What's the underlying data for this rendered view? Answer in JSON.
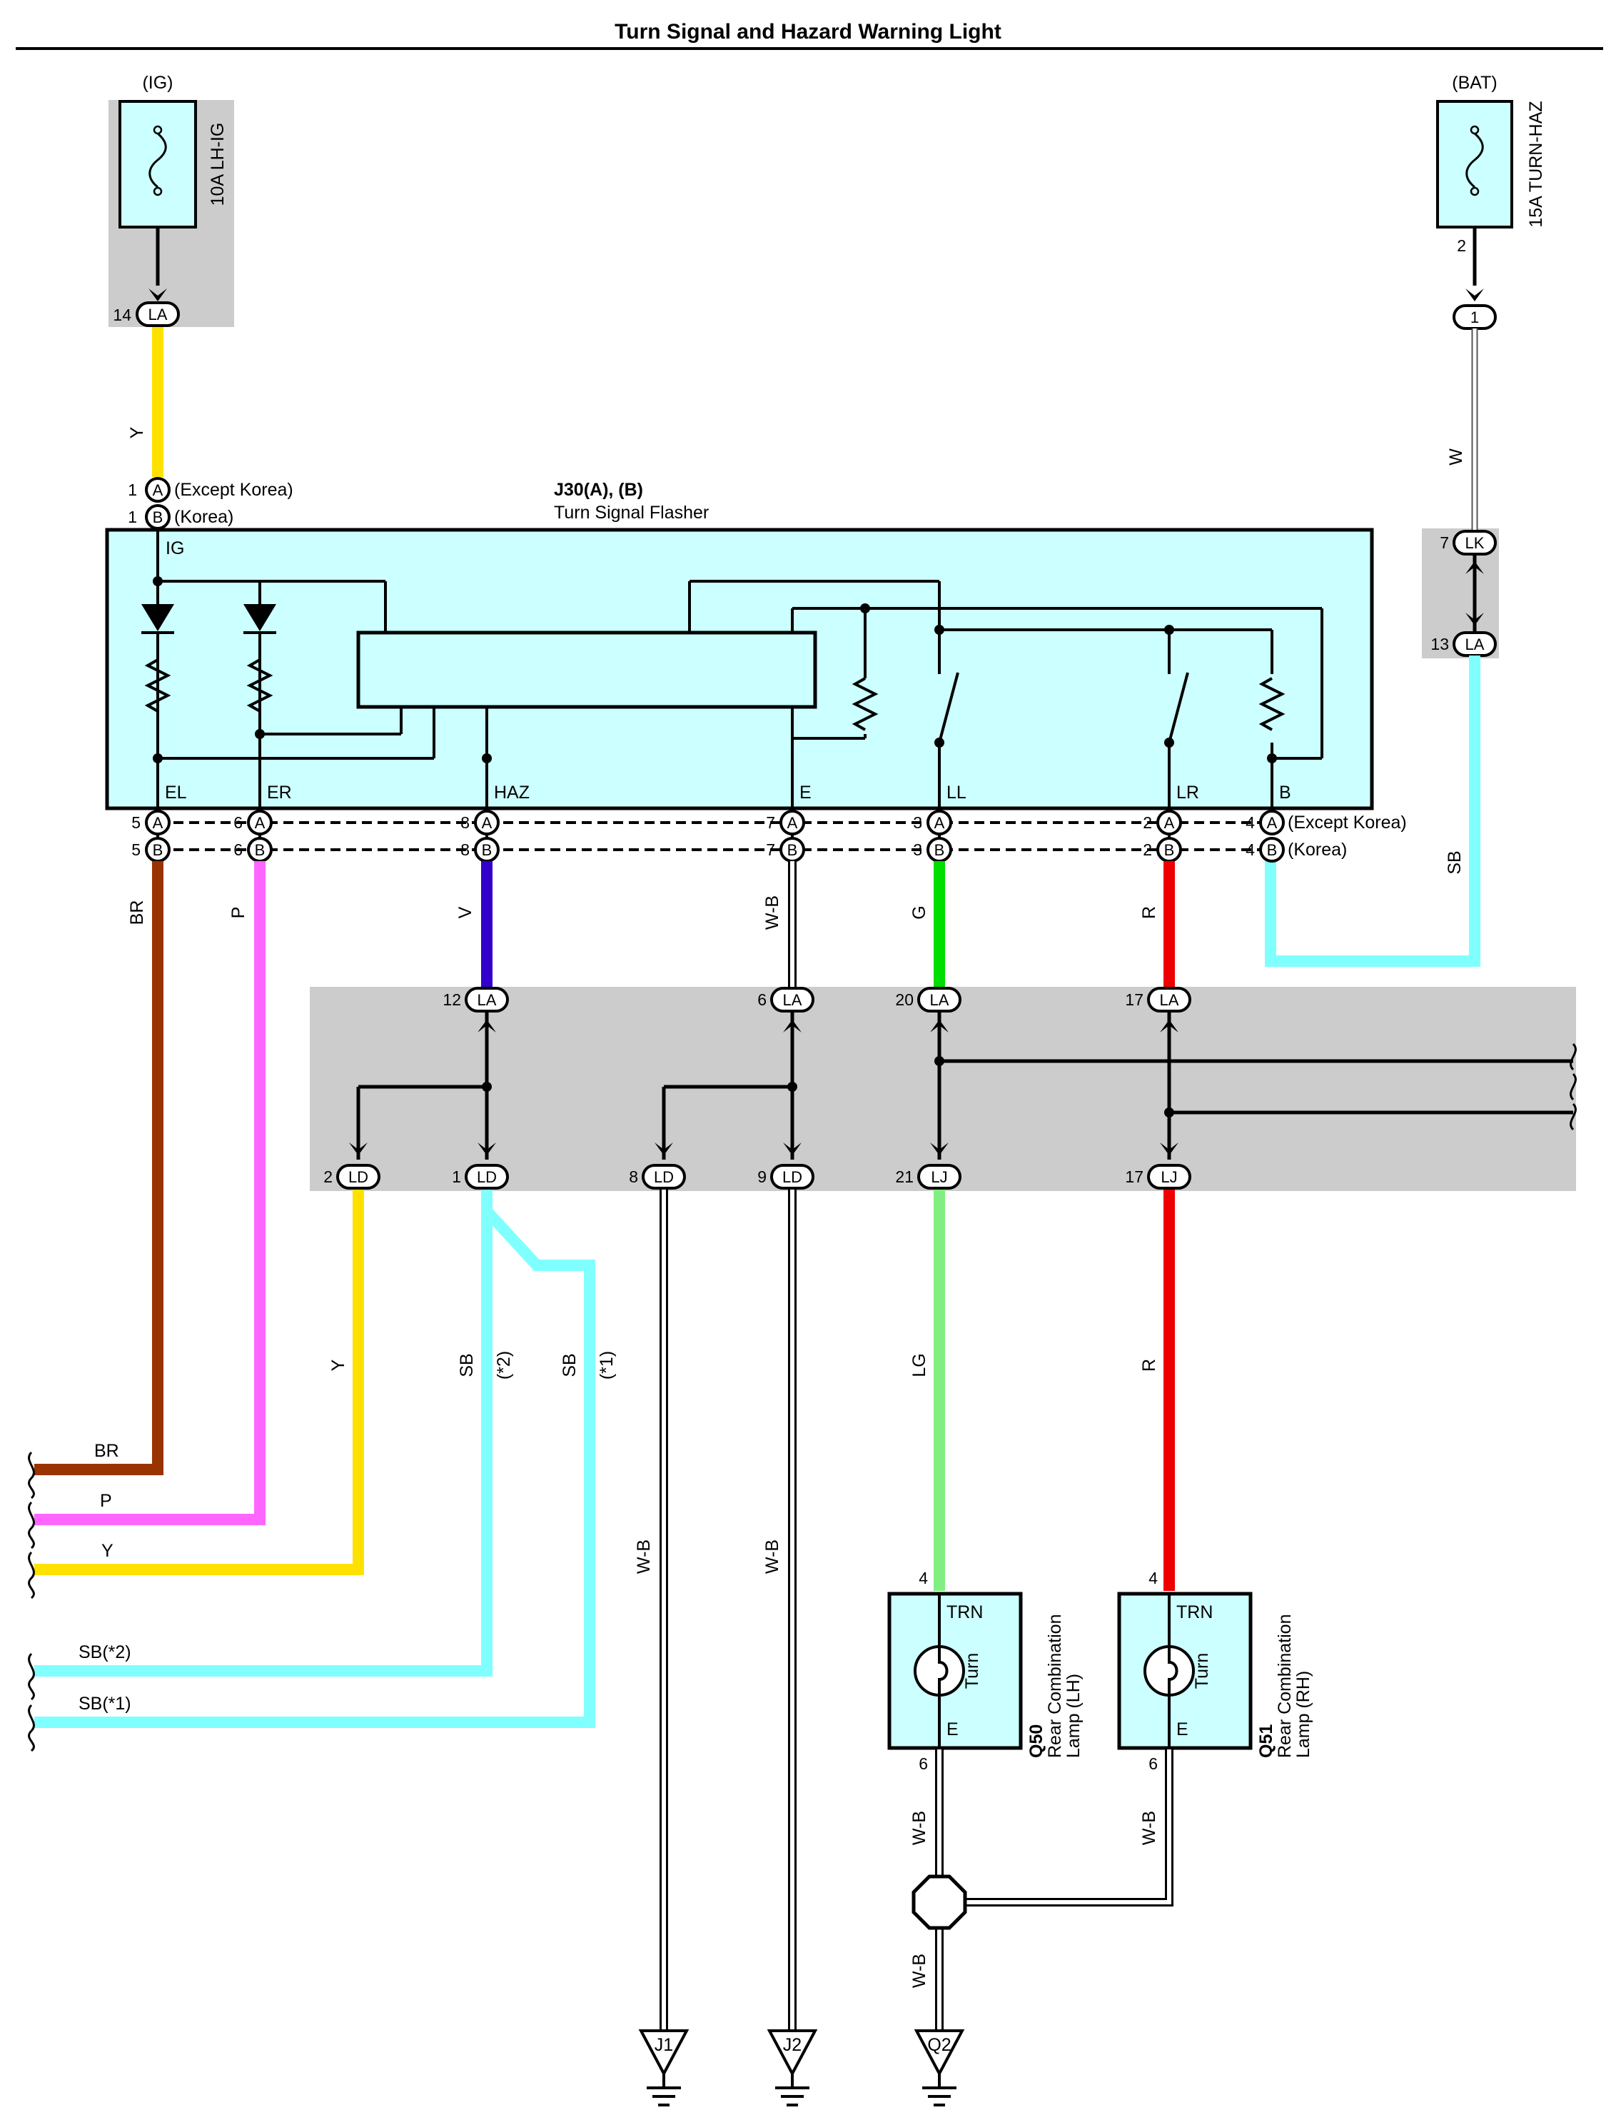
{
  "title": "Turn Signal and Hazard Warning Light",
  "colors": {
    "cyan_box": "#ccffff",
    "gray_box": "#cccccc",
    "wire_Y": "#ffe100",
    "wire_BR": "#993300",
    "wire_P": "#ff66ff",
    "wire_V": "#3300cc",
    "wire_SB": "#80ffff",
    "wire_G": "#00dd00",
    "wire_LG": "#80ee80",
    "wire_R": "#ee0000",
    "wire_W": "#ffffff",
    "wire_WB": "#ffffff"
  },
  "fuses": {
    "ig": {
      "supply": "(IG)",
      "name": "10A LH-IG"
    },
    "bat": {
      "supply": "(BAT)",
      "name": "15A TURN-HAZ",
      "pin": "2"
    }
  },
  "flasher": {
    "id": "J30(A), (B)",
    "name": "Turn Signal Flasher",
    "pin_ig": "IG",
    "ig_pin_a": "1",
    "ig_conn_a": "A",
    "ig_note_a": "(Except Korea)",
    "ig_pin_b": "1",
    "ig_conn_b": "B",
    "ig_note_b": "(Korea)",
    "conn_a": "A",
    "conn_b": "B",
    "note_a": "(Except Korea)",
    "note_b": "(Korea)",
    "terminals": [
      {
        "name": "EL",
        "pin_a": "5",
        "pin_b": "5"
      },
      {
        "name": "ER",
        "pin_a": "6",
        "pin_b": "6"
      },
      {
        "name": "HAZ",
        "pin_a": "8",
        "pin_b": "8"
      },
      {
        "name": "E",
        "pin_a": "7",
        "pin_b": "7"
      },
      {
        "name": "LL",
        "pin_a": "3",
        "pin_b": "3"
      },
      {
        "name": "LR",
        "pin_a": "2",
        "pin_b": "2"
      },
      {
        "name": "B",
        "pin_a": "4",
        "pin_b": "4"
      }
    ]
  },
  "connectors": {
    "la14": {
      "pin": "14",
      "code": "LA"
    },
    "bat1": {
      "pin": "",
      "code": "1"
    },
    "lk7": {
      "pin": "7",
      "code": "LK"
    },
    "la13": {
      "pin": "13",
      "code": "LA"
    },
    "la12": {
      "pin": "12",
      "code": "LA"
    },
    "la6": {
      "pin": "6",
      "code": "LA"
    },
    "la20": {
      "pin": "20",
      "code": "LA"
    },
    "la17": {
      "pin": "17",
      "code": "LA"
    },
    "ld2": {
      "pin": "2",
      "code": "LD"
    },
    "ld1": {
      "pin": "1",
      "code": "LD"
    },
    "ld8": {
      "pin": "8",
      "code": "LD"
    },
    "ld9": {
      "pin": "9",
      "code": "LD"
    },
    "lj21": {
      "pin": "21",
      "code": "LJ"
    },
    "lj17": {
      "pin": "17",
      "code": "LJ"
    }
  },
  "wires": {
    "y_top": "Y",
    "w_bat": "W",
    "sb_b": "SB",
    "br": "BR",
    "p": "P",
    "v": "V",
    "wb_e": "W-B",
    "g": "G",
    "r_top": "R",
    "y_ld": "Y",
    "sb2": "SB",
    "sb2_note": "(*2)",
    "sb1": "SB",
    "sb1_note": "(*1)",
    "wb_ld8": "W-B",
    "wb_ld9": "W-B",
    "lg": "LG",
    "r_bottom": "R",
    "wb_q50": "W-B",
    "wb_q51": "W-B",
    "wb_q2": "W-B"
  },
  "left_exits": [
    {
      "label": "BR"
    },
    {
      "label": "P"
    },
    {
      "label": "Y"
    },
    {
      "label": "SB(*2)"
    },
    {
      "label": "SB(*1)"
    }
  ],
  "lamps": [
    {
      "id": "Q50",
      "name1": "Rear Combination",
      "name2": "Lamp (LH)",
      "trn": "TRN",
      "e": "E",
      "turn": "Turn",
      "pin_top": "4",
      "pin_bottom": "6"
    },
    {
      "id": "Q51",
      "name1": "Rear Combination",
      "name2": "Lamp (RH)",
      "trn": "TRN",
      "e": "E",
      "turn": "Turn",
      "pin_top": "4",
      "pin_bottom": "6"
    }
  ],
  "grounds": [
    {
      "label": "J1"
    },
    {
      "label": "J2"
    },
    {
      "label": "Q2"
    }
  ]
}
